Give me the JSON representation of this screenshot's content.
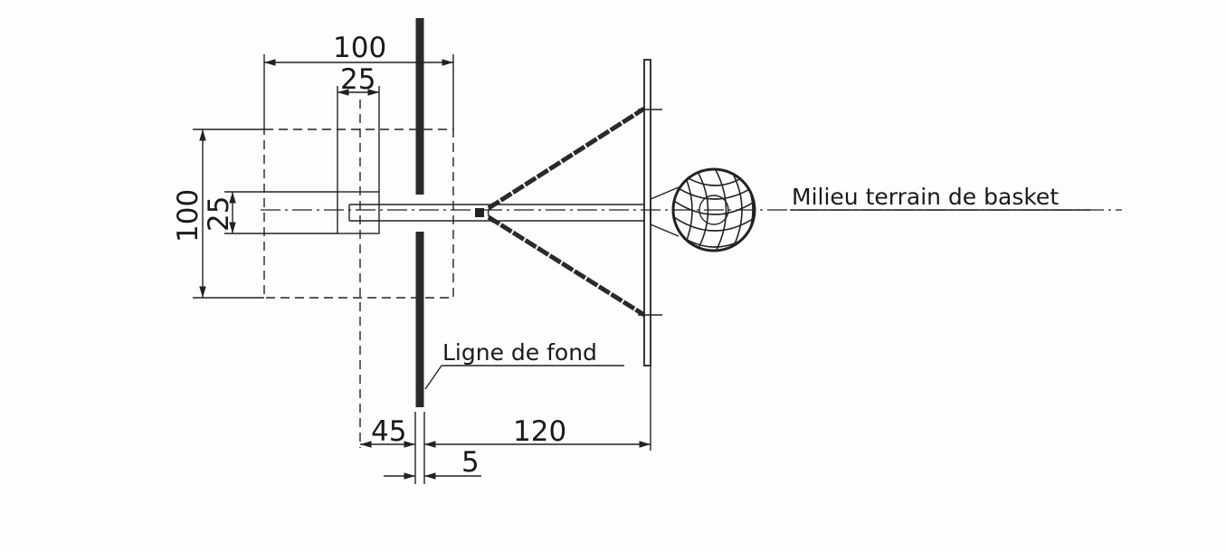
{
  "drawing": {
    "label_baseline": "Ligne de fond",
    "label_centerline": "Milieu terrain de basket",
    "dim_top_outer": "100",
    "dim_top_inner": "25",
    "dim_left_outer": "100",
    "dim_left_inner": "25",
    "dim_bottom_45": "45",
    "dim_bottom_120": "120",
    "dim_bottom_5": "5"
  }
}
